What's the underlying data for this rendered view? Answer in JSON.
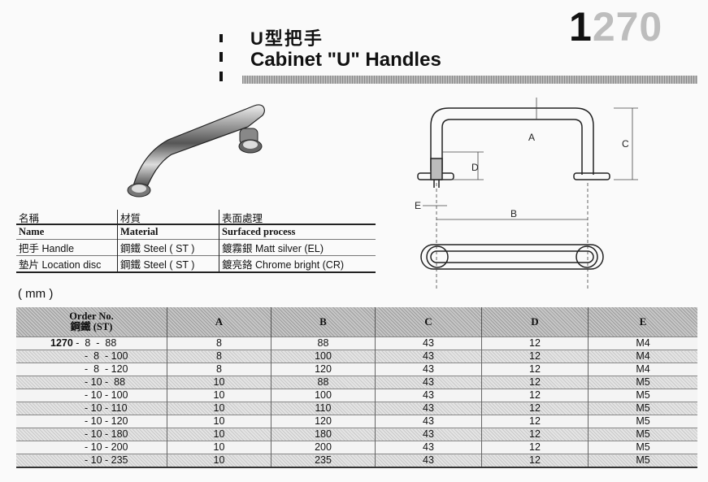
{
  "header": {
    "title_cn": "U型把手",
    "title_en": "Cabinet \"U\" Handles",
    "page_number_first": "1",
    "page_number_rest": "270"
  },
  "drawing": {
    "dim_a": "A",
    "dim_b": "B",
    "dim_c": "C",
    "dim_d": "D",
    "dim_e": "E"
  },
  "spec_table": {
    "header_cn": [
      "名稱",
      "材質",
      "表面處理"
    ],
    "header_en": [
      "Name",
      "Material",
      "Surfaced process"
    ],
    "rows": [
      [
        "把手 Handle",
        "鋼鐵 Steel ( ST )",
        "鍍霧銀  Matt silver (EL)"
      ],
      [
        "墊片 Location disc",
        "鋼鐵 Steel ( ST )",
        "鍍亮鉻  Chrome bright (CR)"
      ]
    ]
  },
  "unit": "( mm )",
  "table": {
    "header_order_en": "Order No.",
    "header_order_cn": "鋼鐵   (ST)",
    "columns": [
      "A",
      "B",
      "C",
      "D",
      "E"
    ],
    "rows": [
      {
        "order_prefix": "1270",
        "order": " -  8  -  88",
        "a": "8",
        "b": "88",
        "c": "43",
        "d": "12",
        "e": "M4"
      },
      {
        "order_prefix": "",
        "order": "-  8  - 100",
        "a": "8",
        "b": "100",
        "c": "43",
        "d": "12",
        "e": "M4"
      },
      {
        "order_prefix": "",
        "order": "-  8  - 120",
        "a": "8",
        "b": "120",
        "c": "43",
        "d": "12",
        "e": "M4"
      },
      {
        "order_prefix": "",
        "order": "- 10 -  88",
        "a": "10",
        "b": "88",
        "c": "43",
        "d": "12",
        "e": "M5"
      },
      {
        "order_prefix": "",
        "order": "- 10 - 100",
        "a": "10",
        "b": "100",
        "c": "43",
        "d": "12",
        "e": "M5"
      },
      {
        "order_prefix": "",
        "order": "- 10 - 110",
        "a": "10",
        "b": "110",
        "c": "43",
        "d": "12",
        "e": "M5"
      },
      {
        "order_prefix": "",
        "order": "- 10 - 120",
        "a": "10",
        "b": "120",
        "c": "43",
        "d": "12",
        "e": "M5"
      },
      {
        "order_prefix": "",
        "order": "- 10 - 180",
        "a": "10",
        "b": "180",
        "c": "43",
        "d": "12",
        "e": "M5"
      },
      {
        "order_prefix": "",
        "order": "- 10 - 200",
        "a": "10",
        "b": "200",
        "c": "43",
        "d": "12",
        "e": "M5"
      },
      {
        "order_prefix": "",
        "order": "- 10 - 235",
        "a": "10",
        "b": "235",
        "c": "43",
        "d": "12",
        "e": "M5"
      }
    ]
  }
}
